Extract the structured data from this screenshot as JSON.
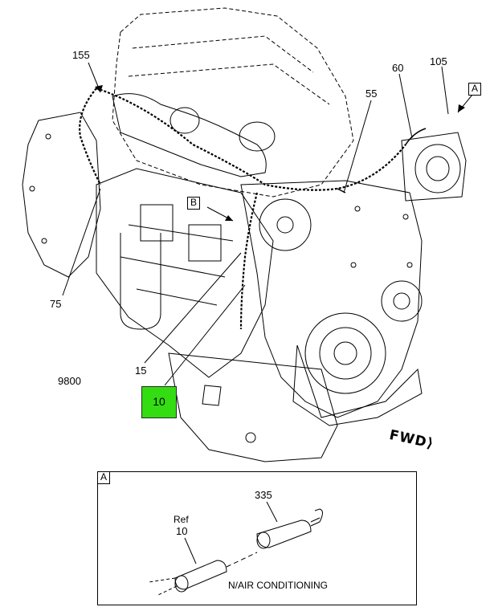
{
  "callouts": {
    "c155": "155",
    "c60": "60",
    "c105": "105",
    "c55": "55",
    "c75": "75",
    "c15": "15",
    "c10": "10"
  },
  "markers": {
    "view_a": "A",
    "view_b": "B"
  },
  "figure_number": "9800",
  "direction": "FWD",
  "detail": {
    "title": "A",
    "part_335": "335",
    "ref_label": "Ref",
    "ref_number": "10",
    "note": "N/AIR CONDITIONING"
  },
  "colors": {
    "highlight": "#33dd11",
    "line": "#000000"
  }
}
